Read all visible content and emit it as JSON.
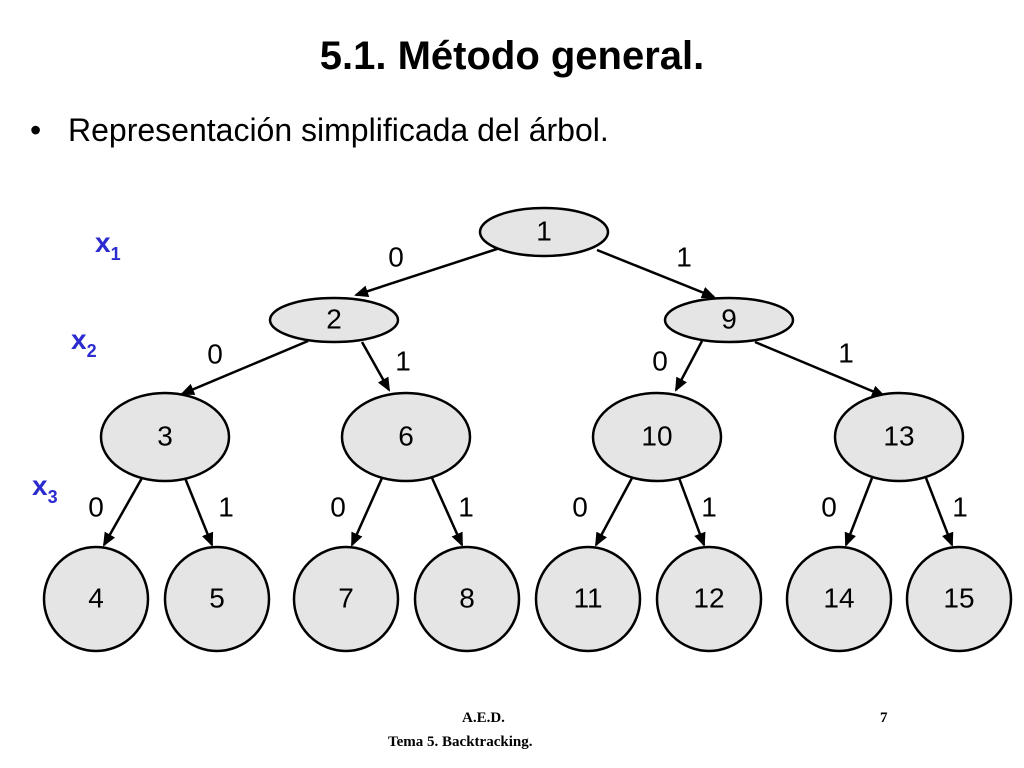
{
  "slide": {
    "title": "5.1. Método general.",
    "bullet_symbol": "•",
    "bullet_text": "Representación simplificada del árbol."
  },
  "levels": [
    {
      "var": "x",
      "sub": "1"
    },
    {
      "var": "x",
      "sub": "2"
    },
    {
      "var": "x",
      "sub": "3"
    }
  ],
  "tree": {
    "nodes": [
      {
        "id": "n1",
        "label": "1",
        "depth": 0
      },
      {
        "id": "n2",
        "label": "2",
        "depth": 1
      },
      {
        "id": "n9",
        "label": "9",
        "depth": 1
      },
      {
        "id": "n3",
        "label": "3",
        "depth": 2
      },
      {
        "id": "n6",
        "label": "6",
        "depth": 2
      },
      {
        "id": "n10",
        "label": "10",
        "depth": 2
      },
      {
        "id": "n13",
        "label": "13",
        "depth": 2
      },
      {
        "id": "n4",
        "label": "4",
        "depth": 3
      },
      {
        "id": "n5",
        "label": "5",
        "depth": 3
      },
      {
        "id": "n7",
        "label": "7",
        "depth": 3
      },
      {
        "id": "n8",
        "label": "8",
        "depth": 3
      },
      {
        "id": "n11",
        "label": "11",
        "depth": 3
      },
      {
        "id": "n12",
        "label": "12",
        "depth": 3
      },
      {
        "id": "n14",
        "label": "14",
        "depth": 3
      },
      {
        "id": "n15",
        "label": "15",
        "depth": 3
      }
    ],
    "edges": [
      {
        "from": "n1",
        "to": "n2",
        "label": "0"
      },
      {
        "from": "n1",
        "to": "n9",
        "label": "1"
      },
      {
        "from": "n2",
        "to": "n3",
        "label": "0"
      },
      {
        "from": "n2",
        "to": "n6",
        "label": "1"
      },
      {
        "from": "n9",
        "to": "n10",
        "label": "0"
      },
      {
        "from": "n9",
        "to": "n13",
        "label": "1"
      },
      {
        "from": "n3",
        "to": "n4",
        "label": "0"
      },
      {
        "from": "n3",
        "to": "n5",
        "label": "1"
      },
      {
        "from": "n6",
        "to": "n7",
        "label": "0"
      },
      {
        "from": "n6",
        "to": "n8",
        "label": "1"
      },
      {
        "from": "n10",
        "to": "n11",
        "label": "0"
      },
      {
        "from": "n10",
        "to": "n12",
        "label": "1"
      },
      {
        "from": "n13",
        "to": "n14",
        "label": "0"
      },
      {
        "from": "n13",
        "to": "n15",
        "label": "1"
      }
    ]
  },
  "footer": {
    "line1": "A.E.D.",
    "line2": "Tema 5. Backtracking.",
    "page": "7"
  }
}
